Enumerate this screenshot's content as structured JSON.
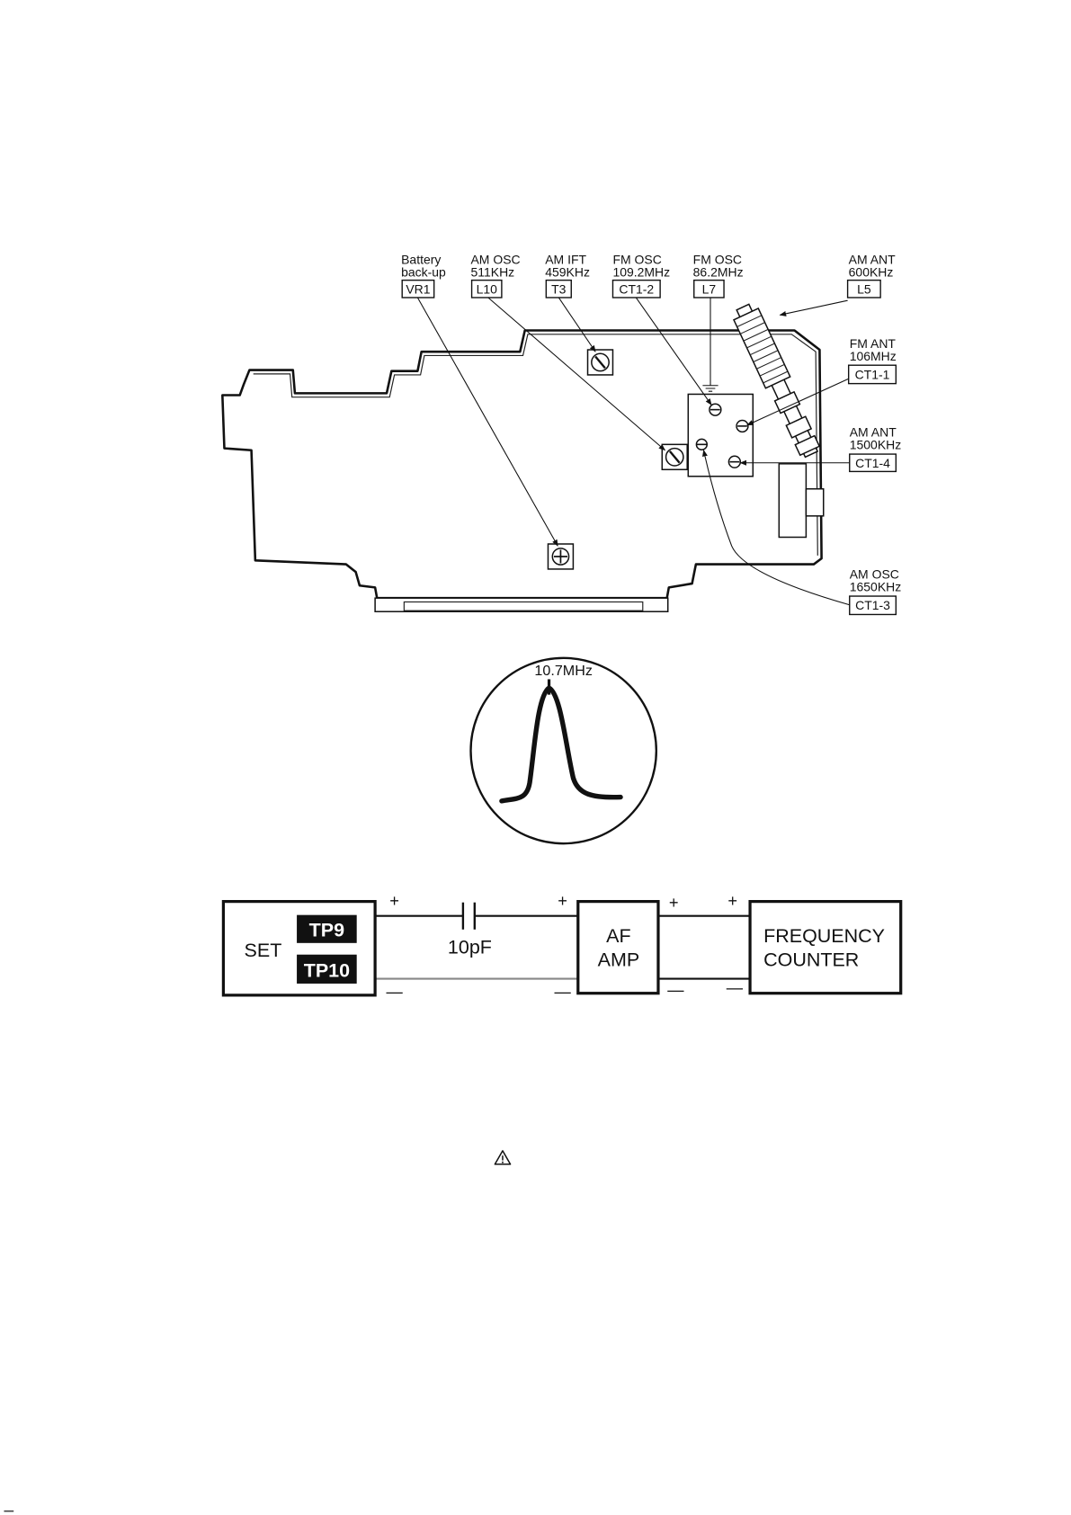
{
  "pcb_adjustment_points": [
    {
      "line1": "Battery",
      "line2": "back-up",
      "ref": "VR1"
    },
    {
      "line1": "AM OSC",
      "line2": "511KHz",
      "ref": "L10"
    },
    {
      "line1": "AM IFT",
      "line2": "459KHz",
      "ref": "T3"
    },
    {
      "line1": "FM OSC",
      "line2": "109.2MHz",
      "ref": "CT1-2"
    },
    {
      "line1": "FM OSC",
      "line2": "86.2MHz",
      "ref": "L7"
    },
    {
      "line1": "AM ANT",
      "line2": "600KHz",
      "ref": "L5"
    },
    {
      "line1": "FM ANT",
      "line2": "106MHz",
      "ref": "CT1-1"
    },
    {
      "line1": "AM ANT",
      "line2": "1500KHz",
      "ref": "CT1-4"
    },
    {
      "line1": "AM OSC",
      "line2": "1650KHz",
      "ref": "CT1-3"
    }
  ],
  "waveform": {
    "peak_label": "10.7MHz"
  },
  "test_setup": {
    "set": {
      "label": "SET",
      "tp_positive": "TP9",
      "tp_negative": "TP10"
    },
    "capacitor": "10pF",
    "amplifier": {
      "line1": "AF",
      "line2": "AMP"
    },
    "counter": {
      "line1": "FREQUENCY",
      "line2": "COUNTER"
    },
    "plus": "+",
    "minus": "—"
  },
  "icons": {
    "warning": "warning-icon",
    "trimmer": "trimmer-screw-icon",
    "bar_antenna": "bar-antenna-icon"
  }
}
